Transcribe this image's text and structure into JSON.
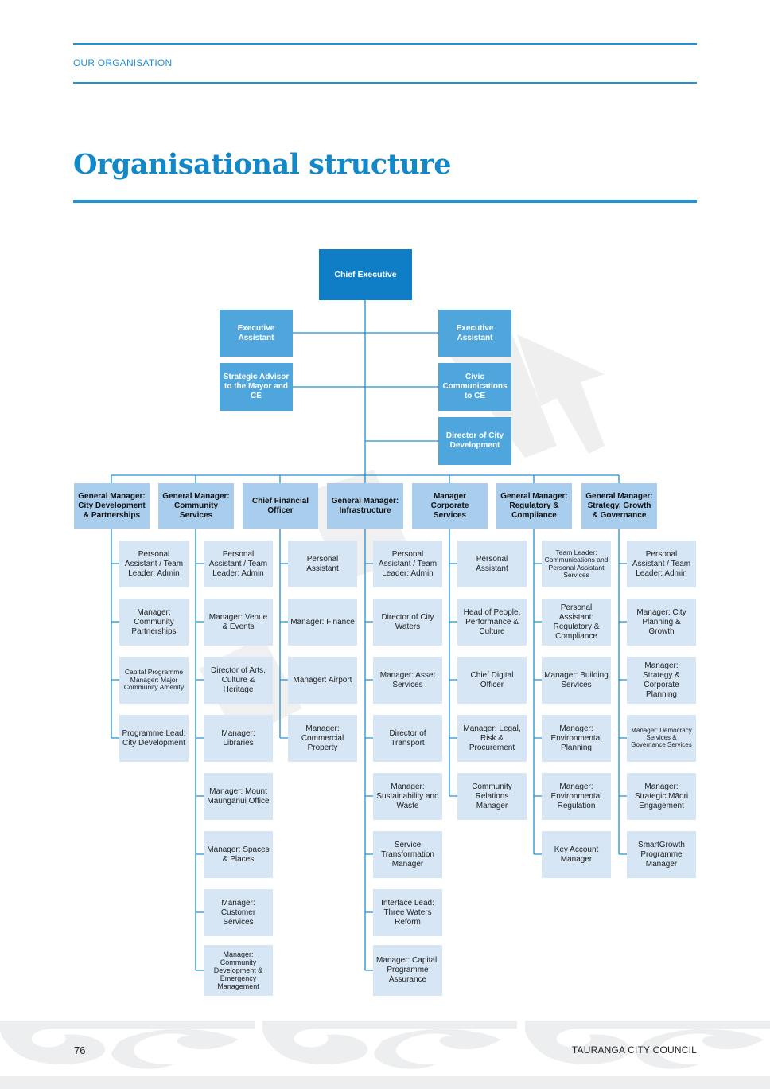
{
  "header": {
    "section_label": "OUR ORGANISATION"
  },
  "page_title": "Organisational structure",
  "chart": {
    "chief_executive": "Chief Executive",
    "secretariat_left": [
      "Executive Assistant",
      "Strategic Advisor to the Mayor and CE"
    ],
    "secretariat_right": [
      "Executive Assistant",
      "Civic Communications to CE",
      "Director of City Development"
    ],
    "divisions": [
      {
        "head": "General Manager: City Development & Partnerships",
        "reports": [
          "Personal Assistant / Team Leader: Admin",
          "Manager: Community Partnerships",
          "Capital Programme Manager: Major Community Amenity",
          "Programme Lead: City Development"
        ]
      },
      {
        "head": "General Manager: Community Services",
        "reports": [
          "Personal Assistant / Team Leader: Admin",
          "Manager: Venue & Events",
          "Director of Arts, Culture & Heritage",
          "Manager: Libraries",
          "Manager: Mount Maunganui Office",
          "Manager: Spaces & Places",
          "Manager: Customer Services",
          "Manager: Community Development & Emergency Management"
        ]
      },
      {
        "head": "Chief Financial Officer",
        "reports": [
          "Personal Assistant",
          "Manager: Finance",
          "Manager: Airport",
          "Manager: Commercial Property"
        ]
      },
      {
        "head": "General Manager: Infrastructure",
        "reports": [
          "Personal Assistant / Team Leader: Admin",
          "Director of City Waters",
          "Manager: Asset Services",
          "Director of Transport",
          "Manager: Sustainability and Waste",
          "Service Transformation Manager",
          "Interface Lead: Three Waters Reform",
          "Manager: Capital; Programme Assurance"
        ]
      },
      {
        "head": "Manager Corporate Services",
        "reports": [
          "Personal Assistant",
          "Head of People, Performance & Culture",
          "Chief Digital Officer",
          "Manager: Legal, Risk & Procurement",
          "Community Relations Manager"
        ]
      },
      {
        "head": "General Manager: Regulatory & Compliance",
        "reports": [
          "Team Leader: Communications and Personal Assistant Services",
          "Personal Assistant: Regulatory & Compliance",
          "Manager: Building Services",
          "Manager: Environmental Planning",
          "Manager: Environmental Regulation",
          "Key Account Manager"
        ]
      },
      {
        "head": "General Manager: Strategy, Growth & Governance",
        "reports": [
          "Personal Assistant / Team Leader: Admin",
          "Manager: City Planning & Growth",
          "Manager: Strategy & Corporate Planning",
          "Manager: Democracy Services & Governance Services",
          "Manager: Strategic Māori Engagement",
          "SmartGrowth Programme Manager"
        ]
      }
    ]
  },
  "footer": {
    "page_number": "76",
    "organisation": "TAURANGA CITY COUNCIL"
  },
  "colors": {
    "accent": "#1f93d4",
    "title": "#1388c9",
    "top_box": "#0f7ec6",
    "secondary_box": "#4ea6dc",
    "division_box": "#a9cdec",
    "report_box": "#d6e6f5",
    "line": "#1d8fd2"
  }
}
